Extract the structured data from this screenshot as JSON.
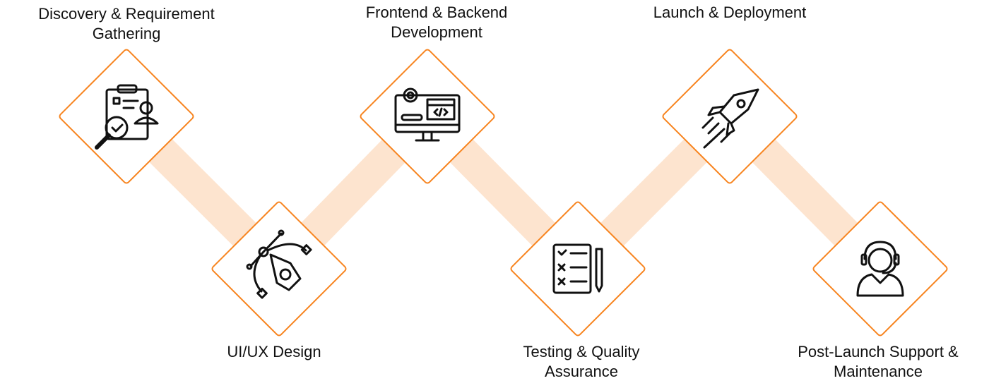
{
  "colors": {
    "accent": "#f7841f",
    "connector": "#fde4cf",
    "icon": "#111111"
  },
  "steps": [
    {
      "title_line1": "Discovery & Requirement",
      "title_line2": "Gathering",
      "icon": "clipboard-user-search-icon"
    },
    {
      "title_line1": "UI/UX Design",
      "title_line2": "",
      "icon": "pen-tool-bezier-icon"
    },
    {
      "title_line1": "Frontend & Backend",
      "title_line2": "Development",
      "icon": "monitor-code-gear-icon"
    },
    {
      "title_line1": "Testing & Quality",
      "title_line2": "Assurance",
      "icon": "checklist-pencil-icon"
    },
    {
      "title_line1": "Launch & Deployment",
      "title_line2": "",
      "icon": "rocket-icon"
    },
    {
      "title_line1": "Post-Launch Support &",
      "title_line2": "Maintenance",
      "icon": "headset-support-icon"
    }
  ]
}
